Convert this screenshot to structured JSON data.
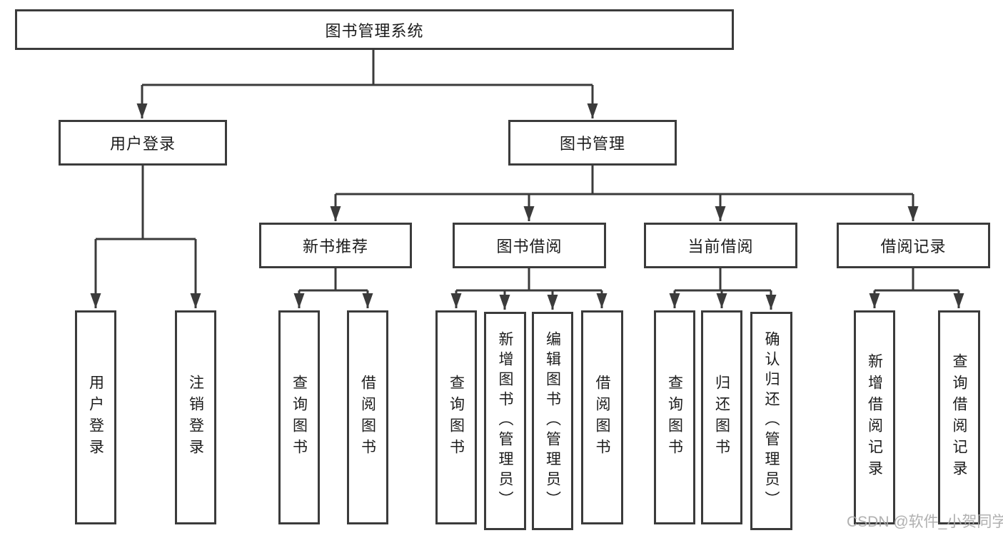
{
  "diagram": {
    "type": "hierarchy-tree",
    "nodes": {
      "root": "图书管理系统",
      "user_login": "用户登录",
      "book_mgmt": "图书管理",
      "new_book_rec": "新书推荐",
      "book_borrow": "图书借阅",
      "cur_borrow": "当前借阅",
      "borrow_rec": "借阅记录",
      "leaf_user_login": "用户登录",
      "leaf_logout": "注销登录",
      "leaf_query_book_1": "查询图书",
      "leaf_borrow_book_1": "借阅图书",
      "leaf_query_book_2": "查询图书",
      "leaf_add_book": "新增图书（管理员）",
      "leaf_edit_book": "编辑图书（管理员）",
      "leaf_borrow_book_2": "借阅图书",
      "leaf_query_book_3": "查询图书",
      "leaf_return_book": "归还图书",
      "leaf_confirm_return": "确认归还（管理员）",
      "leaf_add_record": "新增借阅记录",
      "leaf_query_record": "查询借阅记录"
    },
    "hierarchy": {
      "图书管理系统": {
        "用户登录": [
          "用户登录",
          "注销登录"
        ],
        "图书管理": {
          "新书推荐": [
            "查询图书",
            "借阅图书"
          ],
          "图书借阅": [
            "查询图书",
            "新增图书（管理员）",
            "编辑图书（管理员）",
            "借阅图书"
          ],
          "当前借阅": [
            "查询图书",
            "归还图书",
            "确认归还（管理员）"
          ],
          "借阅记录": [
            "新增借阅记录",
            "查询借阅记录"
          ]
        }
      }
    },
    "colors": {
      "line": "#3b3b3b",
      "box_border": "#3b3b3b",
      "text": "#1c1c1c",
      "background": "#ffffff",
      "watermark": "#a8a8a8"
    }
  },
  "watermark": "CSDN @软件_小贺同学"
}
